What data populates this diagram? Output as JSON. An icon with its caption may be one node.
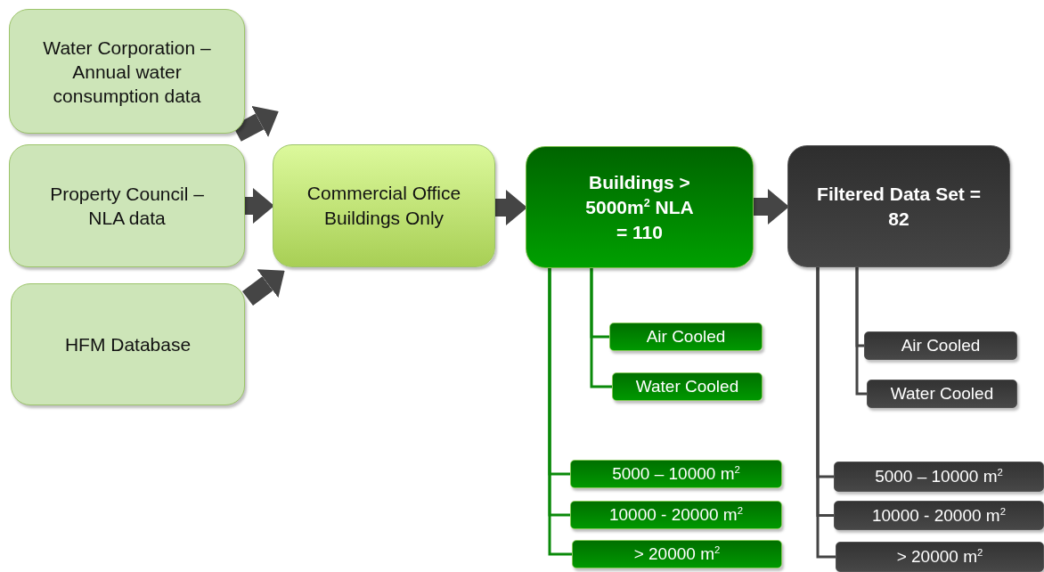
{
  "diagram": {
    "nodes": [
      {
        "text": [
          "Water Corporation – Annual water consumption data"
        ]
      },
      {
        "text": [
          "Property Council – NLA data"
        ]
      },
      {
        "text": [
          "HFM Database"
        ]
      },
      {
        "text": [
          "Commercial Office Buildings Only"
        ]
      },
      {
        "text": [
          "Buildings > 5000m$^{2}$ NLA = 110"
        ]
      },
      {
        "text": [
          "Filtered Data Set = 82"
        ]
      },
      {
        "text": [
          "Air Cooled"
        ]
      },
      {
        "text": [
          "Water Cooled"
        ]
      },
      {
        "text": [
          "5000 – 10000 m$^{2}$"
        ]
      },
      {
        "text": [
          "10000 - 20000 m$^{2}$"
        ]
      },
      {
        "text": [
          "> 20000 m$^{2}$"
        ]
      },
      {
        "text": [
          "Air Cooled"
        ]
      },
      {
        "text": [
          "Water Cooled"
        ]
      },
      {
        "text": [
          "5000 – 10000 m$^{2}$"
        ]
      },
      {
        "text": [
          "10000 - 20000 m$^{2}$"
        ]
      },
      {
        "text": [
          "> 20000 m$^{2}$"
        ]
      }
    ],
    "edges": [
      {
        "from": 0,
        "to": 3,
        "arrow": "to",
        "style": "thick"
      },
      {
        "from": 1,
        "to": 3,
        "arrow": "to",
        "style": "thick"
      },
      {
        "from": 2,
        "to": 3,
        "arrow": "to",
        "style": "thick"
      },
      {
        "from": 3,
        "to": 4,
        "arrow": "to",
        "style": "thick"
      },
      {
        "from": 4,
        "to": 5,
        "arrow": "to",
        "style": "thick"
      },
      {
        "from": 4,
        "to": 6,
        "arrow": "none",
        "color": "#0a8a0a"
      },
      {
        "from": 4,
        "to": 7,
        "arrow": "none",
        "color": "#0a8a0a"
      },
      {
        "from": 4,
        "to": 8,
        "arrow": "none",
        "color": "#0a8a0a"
      },
      {
        "from": 4,
        "to": 9,
        "arrow": "none",
        "color": "#0a8a0a"
      },
      {
        "from": 4,
        "to": 10,
        "arrow": "none",
        "color": "#0a8a0a"
      },
      {
        "from": 5,
        "to": 11,
        "arrow": "none"
      },
      {
        "from": 5,
        "to": 12,
        "arrow": "none"
      },
      {
        "from": 5,
        "to": 13,
        "arrow": "none"
      },
      {
        "from": 5,
        "to": 14,
        "arrow": "none"
      },
      {
        "from": 5,
        "to": 15,
        "arrow": "none"
      }
    ]
  }
}
